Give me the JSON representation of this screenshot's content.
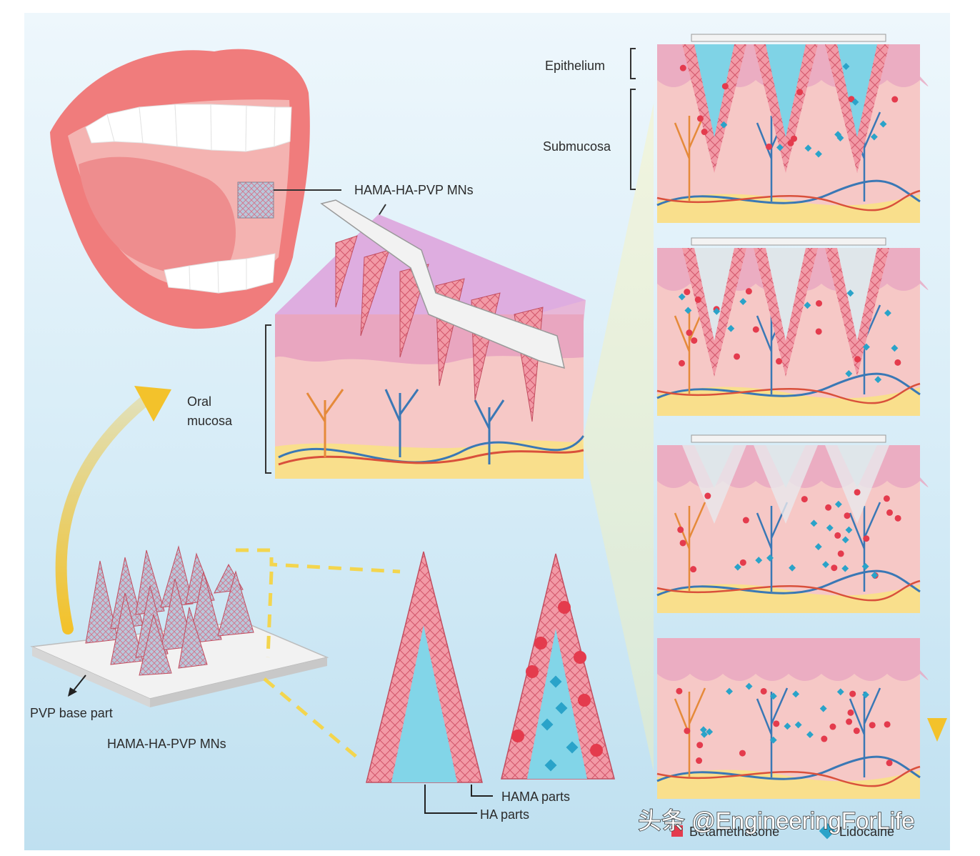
{
  "colors": {
    "bg_light": "#eaf4fb",
    "bg_blue": "#c7e3f3",
    "lip": "#f07c7c",
    "lip_dark": "#e0605f",
    "tissue": "#f6c8c6",
    "epithelium": "#e9a6c0",
    "hama": "#f29aa6",
    "ha": "#7fd3e6",
    "drug_red": "#e43b4d",
    "drug_blue": "#2aa3c9",
    "fat": "#f9df8c",
    "vessel_blue": "#3a78b5",
    "vessel_orange": "#e58a3a",
    "arrow_yellow": "#f3c22b"
  },
  "icons": [
    "mouth-illustration",
    "microneedle-patch",
    "curved-arrow",
    "down-arrow",
    "drug-particle-red",
    "drug-particle-blue"
  ],
  "labels": {
    "mn_top": "HAMA-HA-PVP MNs",
    "oral": "Oral",
    "mucosa": "mucosa",
    "pvp_base": "PVP base part",
    "mn_bottom": "HAMA-HA-PVP MNs",
    "epithelium": "Epithelium",
    "submucosa": "Submucosa",
    "hama_parts": "HAMA parts",
    "ha_parts": "HA parts",
    "legend_red": "Betamethasone",
    "legend_blue": "Lidocaine"
  },
  "watermark": "头条 @EngineeringForLife"
}
